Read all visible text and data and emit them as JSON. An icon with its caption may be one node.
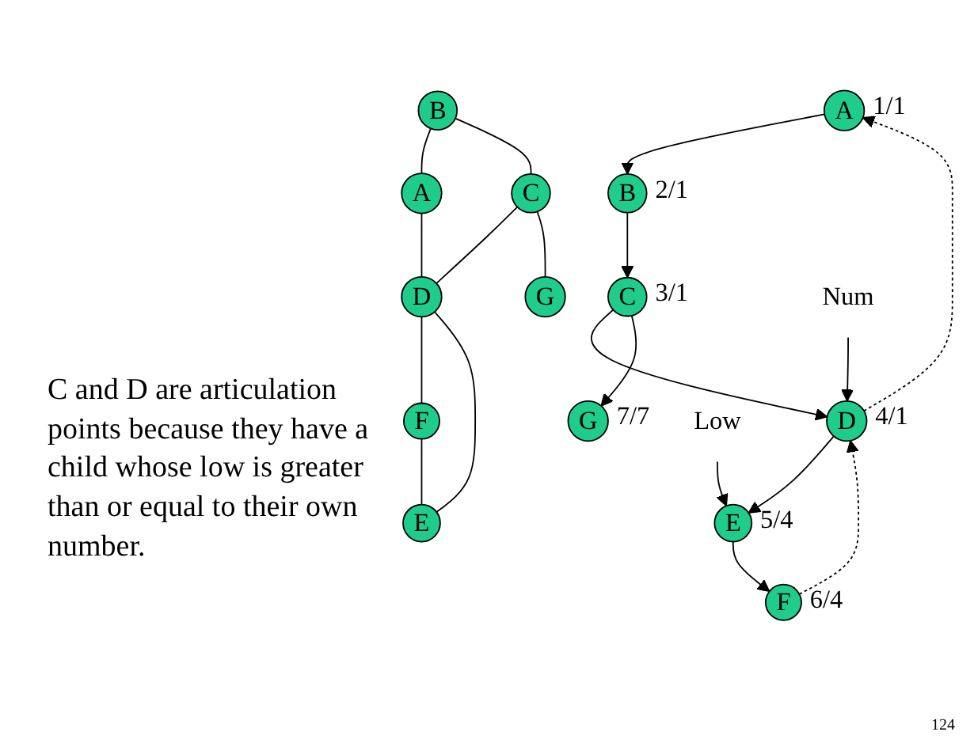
{
  "diagram": {
    "nodes": [
      {
        "text": [
          "B"
        ]
      },
      {
        "text": [
          "A"
        ]
      },
      {
        "text": [
          "C"
        ]
      },
      {
        "text": [
          "D"
        ]
      },
      {
        "text": [
          "F"
        ]
      },
      {
        "text": [
          "G"
        ]
      },
      {
        "text": [
          "E"
        ]
      },
      {
        "text": [
          "A"
        ],
        "beside": [
          "1/1"
        ]
      },
      {
        "text": [
          "B"
        ],
        "beside": [
          "2/1"
        ]
      },
      {
        "text": [
          "C"
        ],
        "beside": [
          "3/1"
        ]
      },
      {
        "text": [
          "G"
        ],
        "beside": [
          "7/7"
        ]
      },
      {
        "text": [
          "D"
        ],
        "beside": [
          "4/1"
        ]
      },
      {
        "text": [
          "Num"
        ]
      },
      {
        "text": [
          "E"
        ],
        "beside": [
          "5/4"
        ]
      },
      {
        "text": [
          "Low"
        ]
      },
      {
        "text": [
          "F"
        ],
        "beside": [
          "6/4"
        ]
      }
    ],
    "edges": [
      {
        "from": 0,
        "to": 1,
        "arrow": "none"
      },
      {
        "from": 0,
        "to": 2,
        "arrow": "none"
      },
      {
        "from": 1,
        "to": 3,
        "arrow": "none"
      },
      {
        "from": 2,
        "to": 3,
        "arrow": "none"
      },
      {
        "from": 3,
        "to": 4,
        "arrow": "none"
      },
      {
        "from": 3,
        "to": 6,
        "arrow": "none"
      },
      {
        "from": 4,
        "to": 6,
        "arrow": "none"
      },
      {
        "from": 2,
        "to": 5,
        "arrow": "none"
      },
      {
        "from": 7,
        "to": 8,
        "arrow": "to"
      },
      {
        "from": 8,
        "to": 9,
        "arrow": "to"
      },
      {
        "from": 9,
        "to": 11,
        "arrow": "to"
      },
      {
        "from": 9,
        "to": 10,
        "arrow": "to"
      },
      {
        "from": 11,
        "to": 13,
        "arrow": "to"
      },
      {
        "from": 13,
        "to": 15,
        "arrow": "to"
      },
      {
        "from": 11,
        "to": 7,
        "arrow": "to",
        "style": "dashed"
      },
      {
        "from": 15,
        "to": 11,
        "arrow": "to",
        "style": "dashed"
      },
      {
        "from": 12,
        "to": 11,
        "arrow": "to"
      },
      {
        "from": 14,
        "to": 13,
        "arrow": "to"
      }
    ],
    "labels": [
      "C and D are articulation points because they have a child whose low is greater than or equal to their own number.",
      "124"
    ]
  }
}
